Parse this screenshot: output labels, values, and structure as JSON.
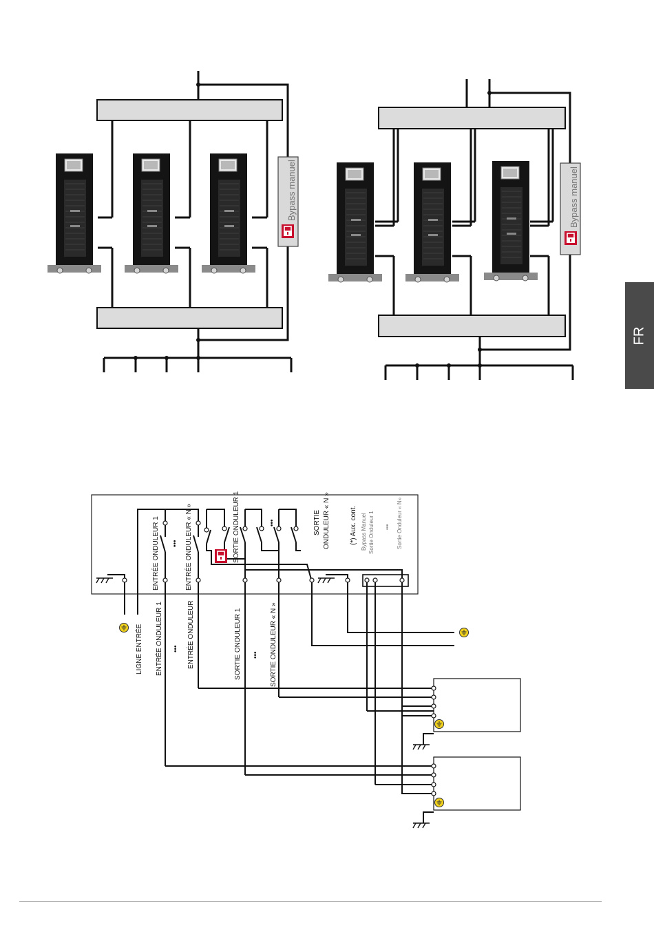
{
  "side_tab": {
    "label": "FR"
  },
  "top_diagram": {
    "bypass_label": "Bypass manuel"
  },
  "wiring_diagram": {
    "inside_labels": {
      "entree_onduleur_1": "ENTRÉE ONDULEUR 1",
      "entree_onduleur_n": "ENTRÉE ONDULEUR « N »",
      "sortie_onduleur_1": "SORTIE ONDULEUR 1",
      "sortie_label": "SORTIE",
      "onduleur_n": "ONDULEUR « N »",
      "aux_cont": "(*) Aux. cont.",
      "bypass_manuel": "Bypass Manuel",
      "sortie_onduleur_1_small": "Sortie Onduleur 1",
      "sortie_onduleur_n_small": "Sortie Onduleur « N»",
      "dots": "•••"
    },
    "outside_labels": {
      "ligne_entree": "LIGNE ENTRÉE",
      "entree_onduleur_1": "ENTRÉE ONDULEUR 1",
      "entree_onduleur": "ENTRÉE ONDULEUR",
      "sortie_onduleur_1": "SORTIE ONDULEUR 1",
      "sortie_onduleur_n": "SORTIE ONDULEUR « N »",
      "dots": "•••"
    }
  },
  "colors": {
    "line": "#111111",
    "busbar_fill": "#dcdcdc",
    "bypass_fill": "#d9d9d9",
    "lock_red": "#c8102e",
    "ground_yellow": "#f2d21b",
    "tab_grey": "#4a4a4a"
  }
}
